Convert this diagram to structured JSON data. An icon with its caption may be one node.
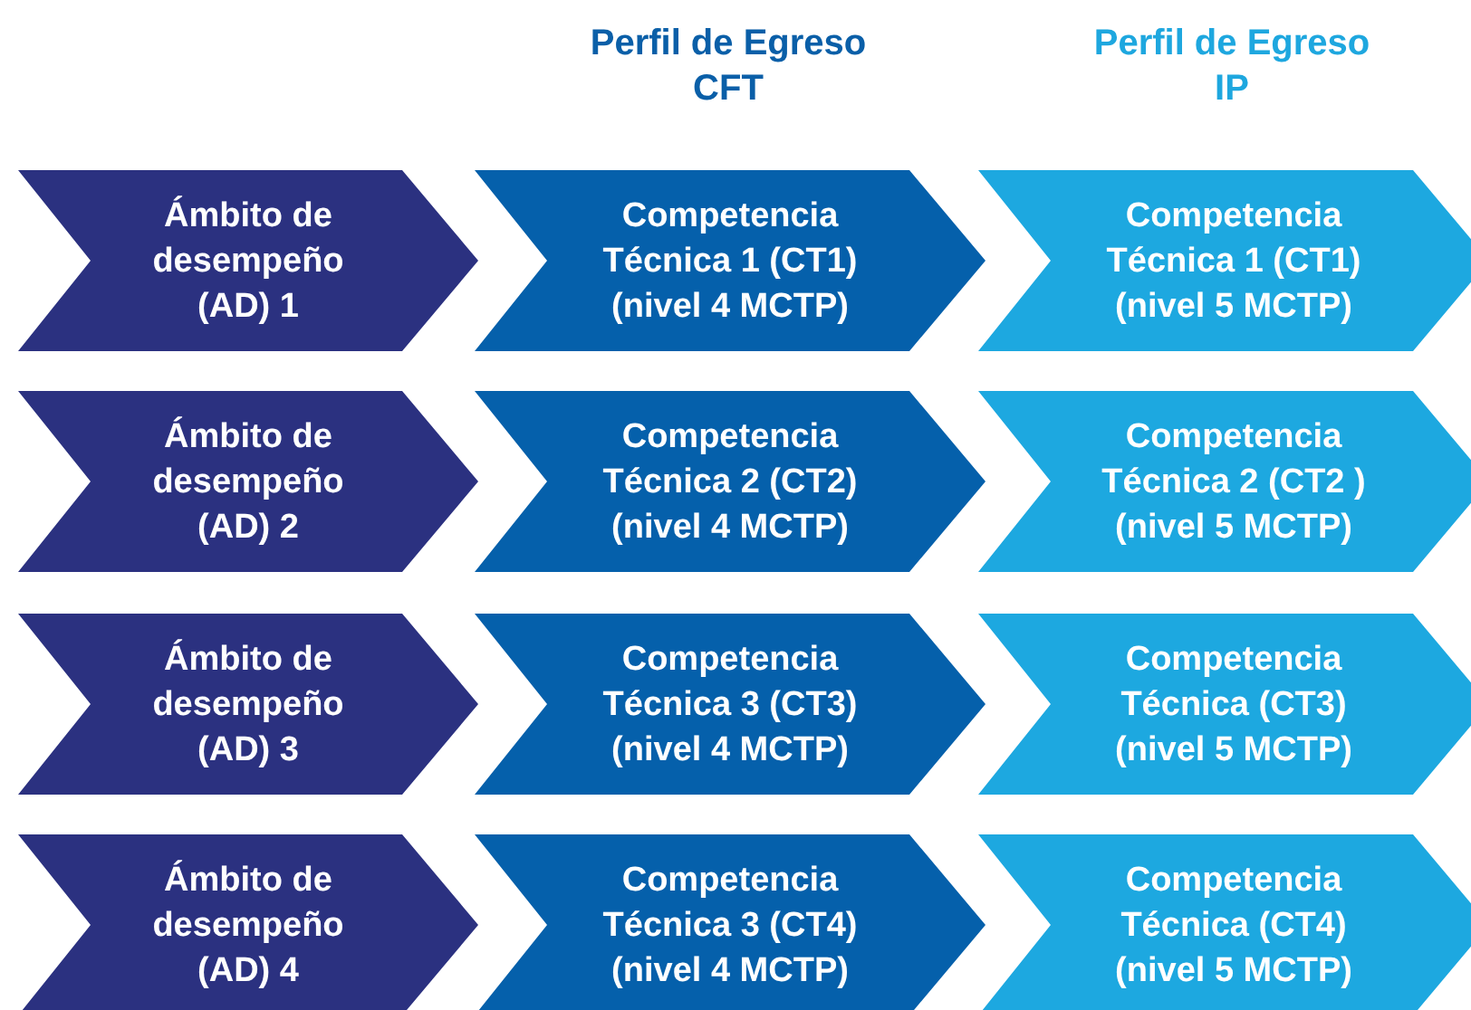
{
  "diagram": {
    "nodes": [
      {
        "text": [
          "Ámbito de desempeño (AD) 1"
        ]
      },
      {
        "text": [
          "Competencia Técnica 1 (CT1) (nivel 4 MCTP)"
        ]
      },
      {
        "text": [
          "Competencia Técnica 1 (CT1) (nivel 5 MCTP)"
        ]
      },
      {
        "text": [
          "Ámbito de desempeño (AD) 2"
        ]
      },
      {
        "text": [
          "Competencia Técnica 2 (CT2) (nivel 4 MCTP)"
        ]
      },
      {
        "text": [
          "Competencia Técnica 2 (CT2 ) (nivel 5 MCTP)"
        ]
      },
      {
        "text": [
          "Ámbito de desempeño (AD) 3"
        ]
      },
      {
        "text": [
          "Competencia Técnica 3 (CT3) (nivel 4 MCTP)"
        ]
      },
      {
        "text": [
          "Competencia Técnica (CT3) (nivel 5 MCTP)"
        ]
      },
      {
        "text": [
          "Ámbito de desempeño (AD) 4"
        ]
      },
      {
        "text": [
          "Competencia Técnica 3 (CT4) (nivel 4 MCTP)"
        ]
      },
      {
        "text": [
          "Competencia Técnica (CT4) (nivel 5 MCTP)"
        ]
      }
    ],
    "edges": [],
    "labels": [
      "Perfil de Egreso CFT",
      "Perfil de Egreso IP"
    ]
  }
}
